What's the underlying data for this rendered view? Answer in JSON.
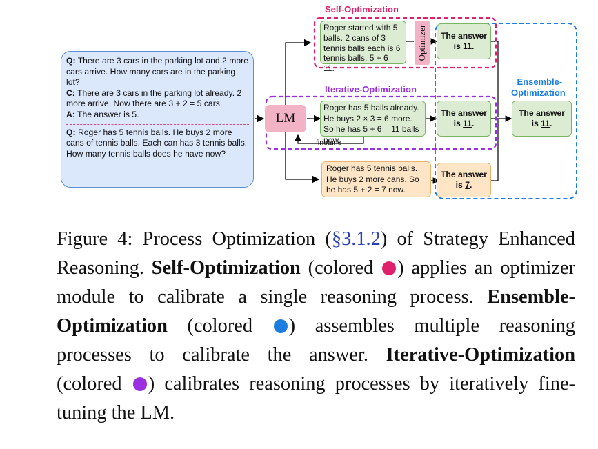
{
  "prompt": {
    "q1_label": "Q:",
    "q1_text": "There are 3 cars in the parking lot and 2 more cars arrive. How many cars are in the parking lot?",
    "c_label": "C:",
    "c_text": "There are 3 cars in the parking lot already. 2 more arrive. Now there are 3 + 2 = 5 cars.",
    "a_label": "A:",
    "a_text": "The answer is 5.",
    "q2_label": "Q:",
    "q2_text": "Roger has 5 tennis balls. He buys 2 more cans of tennis balls. Each can has 3 tennis balls. How many tennis balls does he have now?"
  },
  "lm_label": "LM",
  "finetune_label": "finetune",
  "optimizer_label": "Optimizer",
  "groups": {
    "self": {
      "label": "Self-Optimization",
      "color": "#e0206a"
    },
    "iterative": {
      "label": "Iterative-Optimization",
      "color": "#9b30e0"
    },
    "ensemble": {
      "label_line1": "Ensemble-",
      "label_line2": "Optimization",
      "color": "#1a7ee0"
    }
  },
  "reasoning": {
    "self": "Roger started with 5 balls. 2 cans of 3 tennis balls each is 6 tennis balls. 5 + 6 = 11.",
    "iterative": "Roger has 5 balls already. He buys 2 × 3 = 6 more. So he has 5 + 6 = 11 balls now.",
    "orange": "Roger has 5 tennis balls. He buys 2 more cans. So he has 5 + 2 = 7 now."
  },
  "answers": {
    "self": {
      "line1": "The answer",
      "prefix": "is ",
      "value": "11",
      "suffix": "."
    },
    "iterative": {
      "line1": "The answer",
      "prefix": "is ",
      "value": "11",
      "suffix": "."
    },
    "orange": {
      "line1": "The answer",
      "prefix": "is ",
      "value": "7",
      "suffix": "."
    },
    "ensemble": {
      "line1": "The answer",
      "prefix": "is ",
      "value": "11",
      "suffix": "."
    }
  },
  "caption": {
    "prefix": "Figure 4: Process Optimization (",
    "ref": "§3.1.2",
    "mid1": ") of Strategy Enhanced Reasoning. ",
    "self_name": "Self-Optimization",
    "self_desc_a": " (colored ",
    "self_desc_b": ") applies an optimizer module to calibrate a single reasoning process. ",
    "ens_name": "Ensemble-Optimization",
    "ens_desc_a": " (colored ",
    "ens_desc_b": ") assembles multiple reasoning processes to calibrate the answer. ",
    "iter_name": "Iterative-Optimization",
    "iter_desc_a": " (colored ",
    "iter_desc_b": ") calibrates reasoning processes by iteratively fine-tuning the LM."
  }
}
